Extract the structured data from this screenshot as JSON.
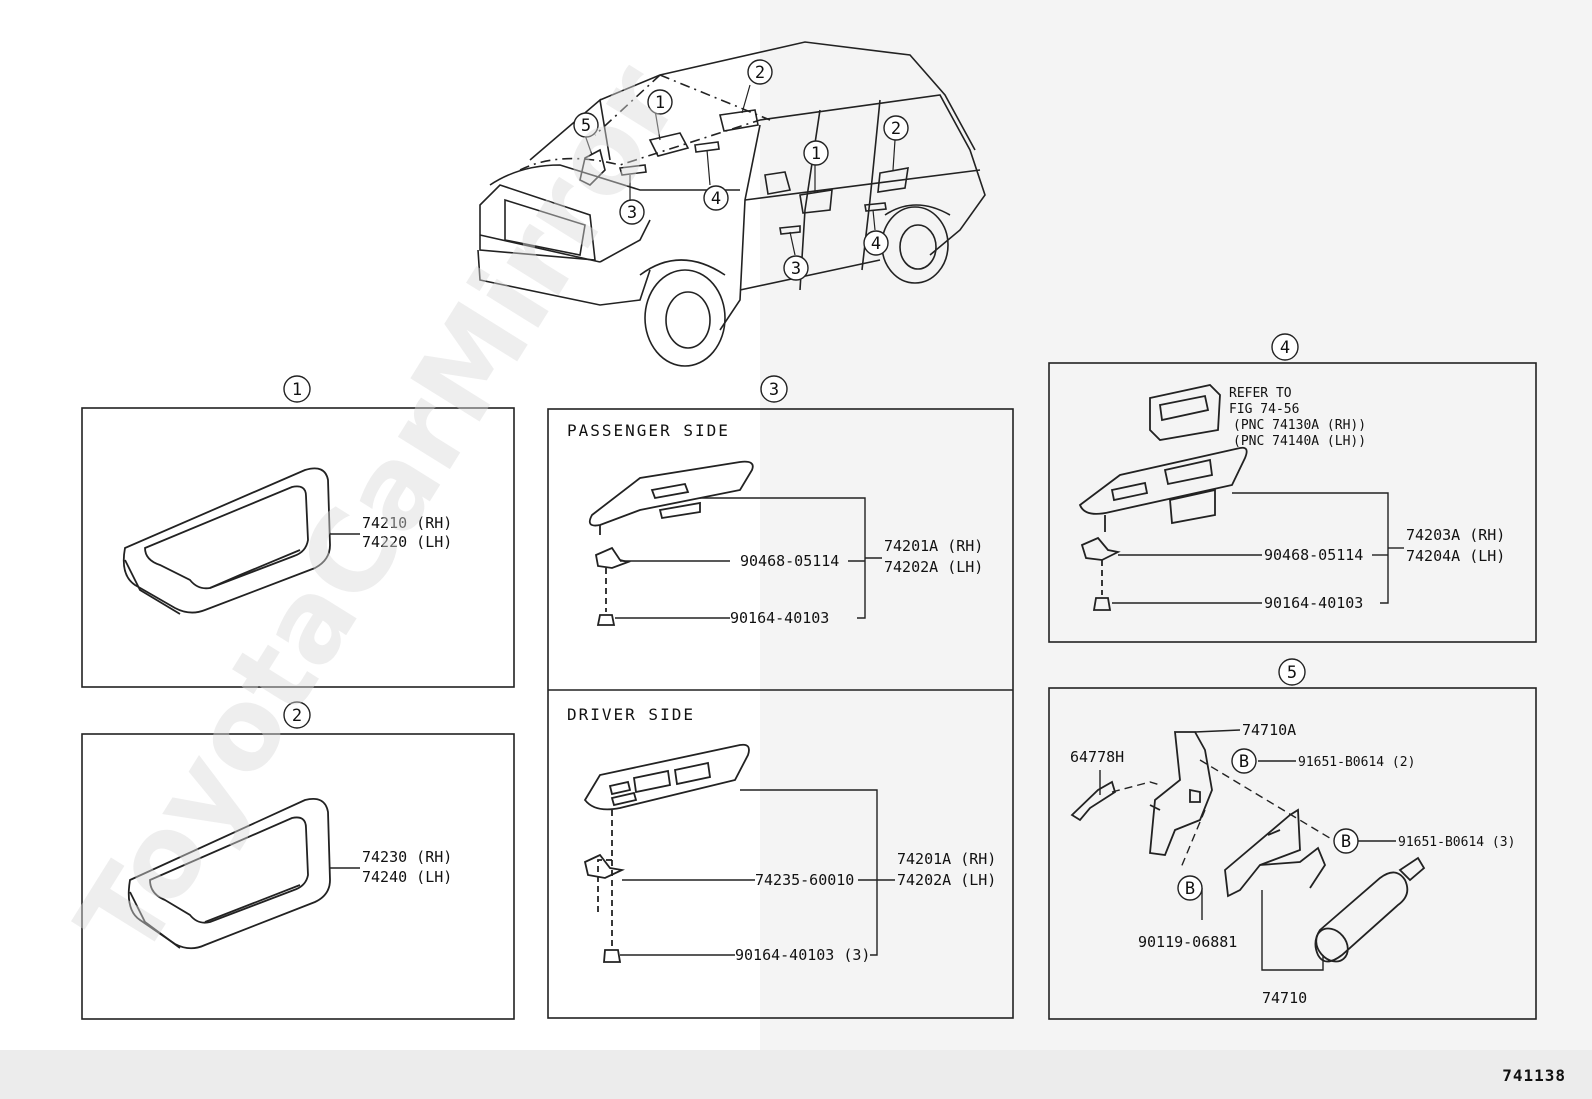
{
  "watermark": "ToyotaCarMirror",
  "figure_number": "741138",
  "overview": {
    "callouts": [
      "1",
      "2",
      "3",
      "4",
      "5"
    ]
  },
  "panel1": {
    "index": "1",
    "parts": [
      "74210 (RH)",
      "74220 (LH)"
    ]
  },
  "panel2": {
    "index": "2",
    "parts": [
      "74230 (RH)",
      "74240 (LH)"
    ]
  },
  "panel3": {
    "index": "3",
    "passenger": {
      "title": "PASSENGER SIDE",
      "parts": [
        "90468-05114",
        "90164-40103"
      ],
      "assembly": [
        "74201A (RH)",
        "74202A (LH)"
      ]
    },
    "driver": {
      "title": "DRIVER SIDE",
      "parts": [
        "74235-60010",
        "90164-40103 (3)"
      ],
      "assembly": [
        "74201A (RH)",
        "74202A (LH)"
      ]
    }
  },
  "panel4": {
    "index": "4",
    "refer": [
      "REFER TO",
      "FIG 74-56",
      "(PNC 74130A (RH))",
      "(PNC 74140A (LH))"
    ],
    "parts": [
      "90468-05114",
      "90164-40103"
    ],
    "assembly": [
      "74203A (RH)",
      "74204A (LH)"
    ]
  },
  "panel5": {
    "index": "5",
    "parts": [
      "74710A",
      "91651-B0614 (2)",
      "64778H",
      "91651-B0614 (3)",
      "90119-06881",
      "74710"
    ],
    "marker": "B"
  }
}
